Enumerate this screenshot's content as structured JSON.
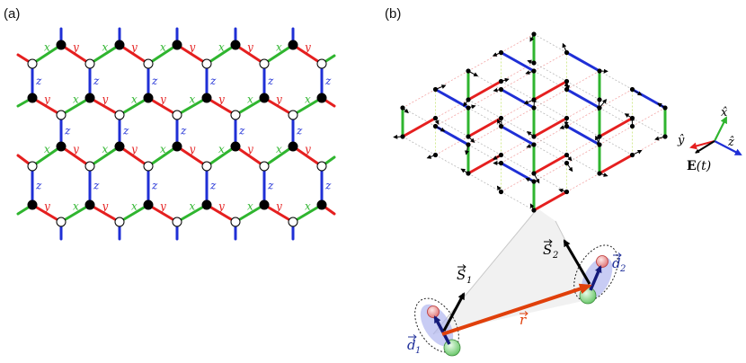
{
  "panels": {
    "a": {
      "label": "(a)"
    },
    "b": {
      "label": "(b)"
    }
  },
  "bond_labels": {
    "x": "x",
    "y": "y",
    "z": "z"
  },
  "colors": {
    "x_bond": "#2fb52f",
    "y_bond": "#e51f1f",
    "z_bond": "#1f2fd6",
    "site_filled": "#000000",
    "site_open": "#ffffff",
    "dipole_vector": "#e0400b",
    "spin_vector": "#000000",
    "ion_green": "#8fd88f",
    "ion_red": "#f2a0a0",
    "ellipse_fill": "#9aa0e6"
  },
  "axes": {
    "x_hat": "x̂",
    "y_hat": "ŷ",
    "z_hat": "ẑ",
    "field_bold": "E",
    "field_arg": "(t)"
  },
  "vectors": {
    "S1_sym": "S",
    "S1_sub": "1",
    "S2_sym": "S",
    "S2_sub": "2",
    "r_sym": "r",
    "d1_sym": "d",
    "d1_sub": "1",
    "d2_sym": "d",
    "d2_sub": "2"
  }
}
